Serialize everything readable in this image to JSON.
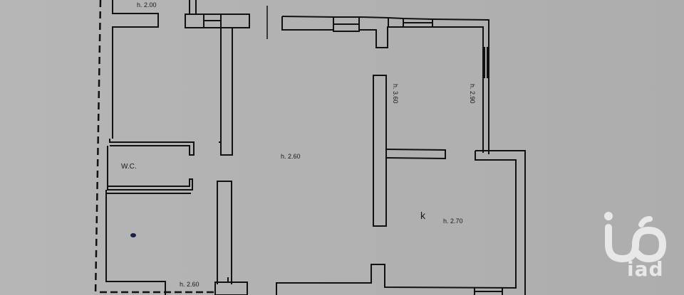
{
  "floor_plan": {
    "labels": {
      "top_left_height": "h. 2.00",
      "center_height": "h. 2.60",
      "column_height": "h. 3.60",
      "right_wall_height": "h. 2.90",
      "kitchen_height": "h. 2.70",
      "bottom_left_height": "h. 2.60",
      "wc": "W.C.",
      "kitchen": "k"
    },
    "colors": {
      "paper": "#b3b3b3",
      "ink": "#111111",
      "logo": "#e8e8e8",
      "marker_dot": "#1c1f4a"
    }
  },
  "watermark": {
    "brand": "iad"
  }
}
